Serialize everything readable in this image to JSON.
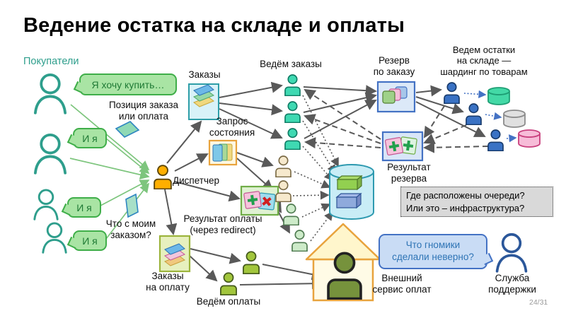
{
  "slide": {
    "title": "Ведение остатка на складе и оплаты",
    "page_number": "24/31"
  },
  "labels": {
    "buyers": "Покупатели",
    "order_item": "Позиция заказа\nили оплата",
    "my_order_question": "Что с моим\nзаказом?",
    "orders": "Заказы",
    "state_request": "Запрос\nсостояния",
    "dispatcher": "Диспетчер",
    "lead_orders": "Ведём заказы",
    "reserve_by_order": "Резерв\nпо заказу",
    "stock_sharding": "Ведем остатки\nна складе —\nшардинг по товарам",
    "reserve_result": "Результат\nрезерва",
    "payment_result": "Результат оплаты\n(через redirect)",
    "orders_to_pay": "Заказы\nна оплату",
    "lead_payments": "Ведём оплаты",
    "external_service": "Внешний\nсервис оплат",
    "support": "Служба\nподдержки"
  },
  "bubbles": {
    "want_to_buy": "Я хочу купить…",
    "me_too": "И я",
    "gnomes": "Что гномики\nсделали неверно?"
  },
  "notes": {
    "queues": "Где расположены очереди?\nИли это – инфраструктура?"
  },
  "icons": {
    "buyer": "person-outline-icon",
    "dispatcher": "person-orange-icon",
    "order_workers": "person-teal-icon",
    "status_workers": "person-beige-icon",
    "payment_result_workers": "person-pale-green-icon",
    "payment_workers": "person-olive-icon",
    "stock_workers": "person-blue-icon",
    "external_payment": "house-icon",
    "support": "person-blue-outline-icon",
    "queue_storage": "database-cylinder-icon",
    "shards": [
      "cylinder-teal-icon",
      "cylinder-gray-icon",
      "cylinder-pink-icon"
    ],
    "messages": [
      "document-stack-icon",
      "folder-sheets-icon",
      "card-stack-icon",
      "result-plus-icon",
      "result-plus-cross-icon",
      "parallelogram-message-icon"
    ]
  },
  "colors": {
    "accent_teal": "#2E9E8C",
    "bubble_green_bg": "#A9E4A4",
    "bubble_green_border": "#3FAE49",
    "bubble_green_text": "#1F7A35",
    "bubble_blue_bg": "#C9DCF5",
    "bubble_blue_border": "#4472C4",
    "bubble_blue_text": "#2E74B5",
    "arrow_dark": "#595959",
    "arrow_green": "#7DC57D",
    "arrow_blue": "#4472C4",
    "dispatcher_fill": "#FFAF00",
    "worker_orders_fill": "#3FD9B2",
    "worker_status_fill": "#F6E9CD",
    "worker_payresult_fill": "#CDEBC9",
    "worker_payments_fill": "#A2C63C",
    "worker_stock_fill": "#3A72C4",
    "note_bg": "#D9D9D9",
    "house_border": "#E8A33D"
  }
}
